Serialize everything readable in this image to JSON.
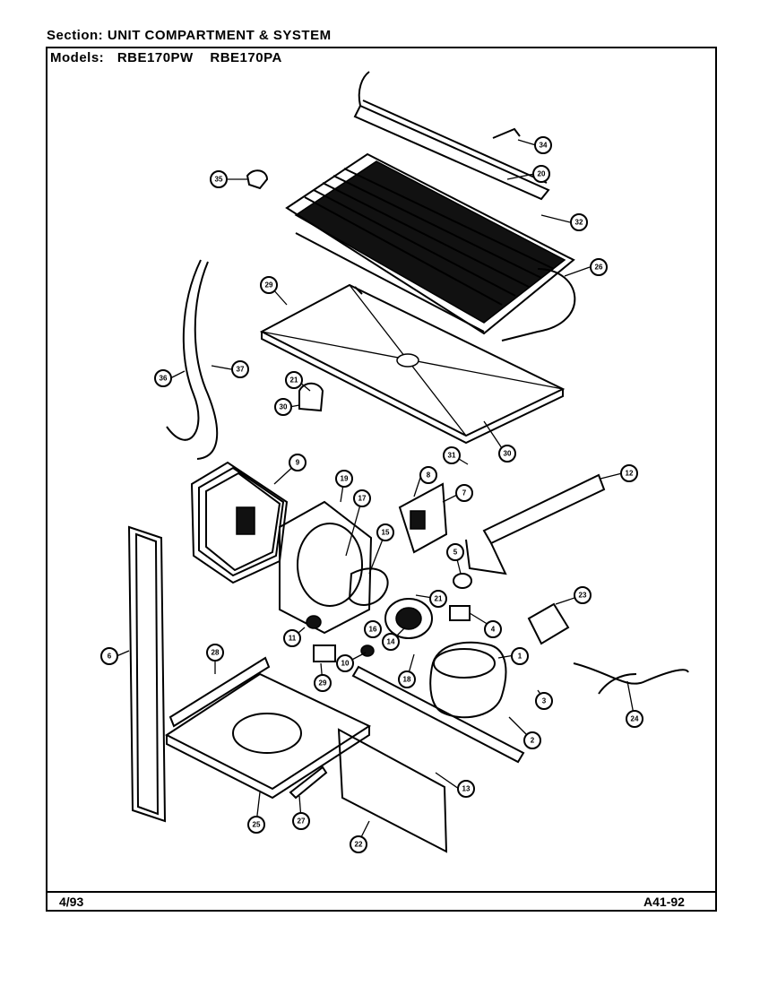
{
  "header": {
    "section_label": "Section:",
    "section_value": "UNIT COMPARTMENT & SYSTEM",
    "models_label": "Models:",
    "models": [
      "RBE170PW",
      "RBE170PA"
    ]
  },
  "footer": {
    "date": "4/93",
    "drawing_number": "A41-92"
  },
  "callouts": [
    "1",
    "2",
    "3",
    "4",
    "5",
    "6",
    "7",
    "8",
    "9",
    "10",
    "11",
    "12",
    "13",
    "14",
    "15",
    "16",
    "17",
    "18",
    "19",
    "20",
    "21",
    "22",
    "23",
    "24",
    "25",
    "26",
    "27",
    "28",
    "29",
    "30",
    "31",
    "32",
    "34",
    "35",
    "36",
    "37"
  ]
}
